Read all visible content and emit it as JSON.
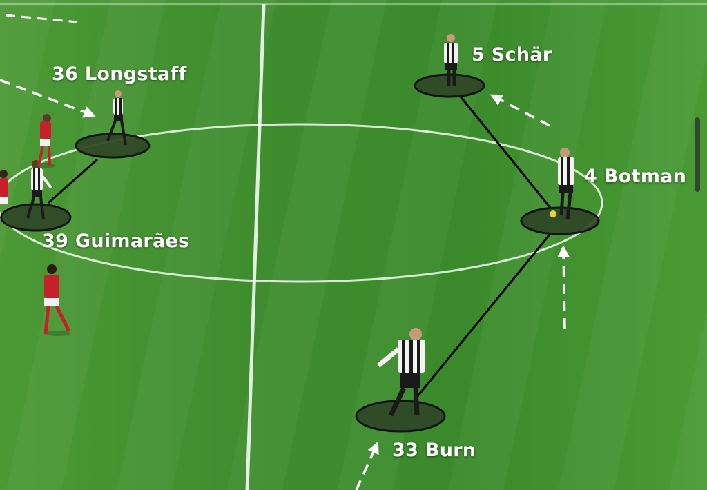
{
  "players": {
    "longstaff": "36 Longstaff",
    "schar": "5 Schär",
    "botman": "4 Botman",
    "guimaraes": "39 Guimarães",
    "burn": "33 Burn"
  },
  "colors": {
    "pitch_light": "#4f9a38",
    "pitch_dark": "#3c842b",
    "home_kit_stripe": "#1a1a1a",
    "away_kit": "#c8202a",
    "zone_fill": "#2f4a26",
    "arrow": "#ffffff",
    "link_line": "#000000"
  }
}
